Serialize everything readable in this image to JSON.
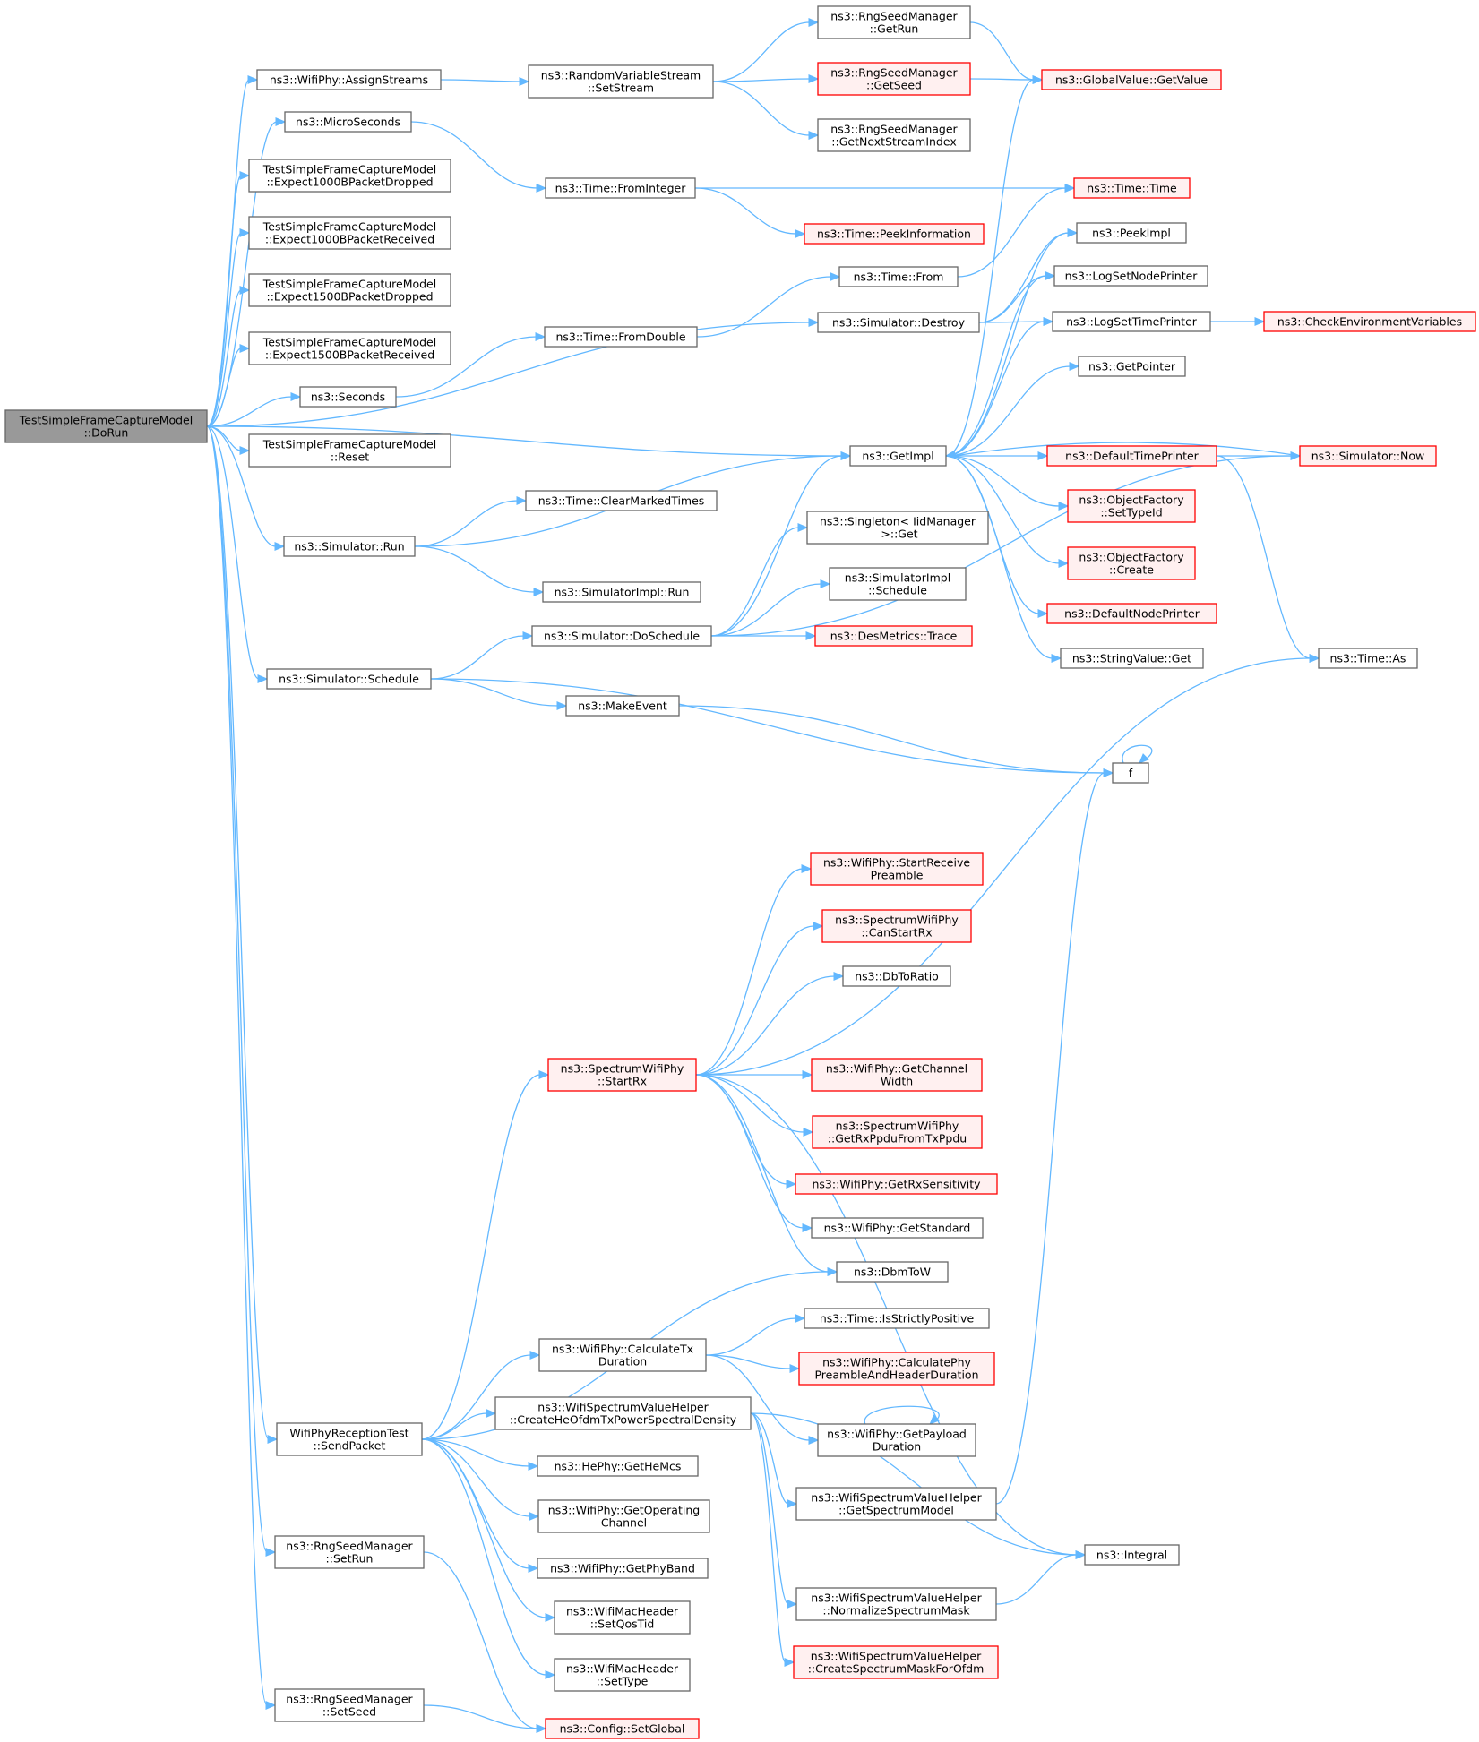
{
  "colors": {
    "edge": "#63b8ff",
    "normal_border": "#666666",
    "normal_fill": "#ffffff",
    "truncated_border": "#ff0000",
    "truncated_fill": "#fff0f0",
    "root_fill": "#999999",
    "root_border": "#666666"
  },
  "nodes": [
    {
      "id": "root",
      "lines": [
        "TestSimpleFrameCaptureModel",
        "::DoRun"
      ],
      "style": "root"
    },
    {
      "id": "assignStreams",
      "lines": [
        "ns3::WifiPhy::AssignStreams"
      ],
      "style": "normal"
    },
    {
      "id": "microSeconds",
      "lines": [
        "ns3::MicroSeconds"
      ],
      "style": "normal"
    },
    {
      "id": "exp1000Drop",
      "lines": [
        "TestSimpleFrameCaptureModel",
        "::Expect1000BPacketDropped"
      ],
      "style": "normal"
    },
    {
      "id": "exp1000Recv",
      "lines": [
        "TestSimpleFrameCaptureModel",
        "::Expect1000BPacketReceived"
      ],
      "style": "normal"
    },
    {
      "id": "exp1500Drop",
      "lines": [
        "TestSimpleFrameCaptureModel",
        "::Expect1500BPacketDropped"
      ],
      "style": "normal"
    },
    {
      "id": "exp1500Recv",
      "lines": [
        "TestSimpleFrameCaptureModel",
        "::Expect1500BPacketReceived"
      ],
      "style": "normal"
    },
    {
      "id": "seconds",
      "lines": [
        "ns3::Seconds"
      ],
      "style": "normal"
    },
    {
      "id": "reset",
      "lines": [
        "TestSimpleFrameCaptureModel",
        "::Reset"
      ],
      "style": "normal"
    },
    {
      "id": "simRun",
      "lines": [
        "ns3::Simulator::Run"
      ],
      "style": "normal"
    },
    {
      "id": "simSchedule",
      "lines": [
        "ns3::Simulator::Schedule"
      ],
      "style": "normal"
    },
    {
      "id": "sendPacket",
      "lines": [
        "WifiPhyReceptionTest",
        "::SendPacket"
      ],
      "style": "normal"
    },
    {
      "id": "setRun",
      "lines": [
        "ns3::RngSeedManager",
        "::SetRun"
      ],
      "style": "normal"
    },
    {
      "id": "setSeed",
      "lines": [
        "ns3::RngSeedManager",
        "::SetSeed"
      ],
      "style": "normal"
    },
    {
      "id": "setStream",
      "lines": [
        "ns3::RandomVariableStream",
        "::SetStream"
      ],
      "style": "normal"
    },
    {
      "id": "fromInteger",
      "lines": [
        "ns3::Time::FromInteger"
      ],
      "style": "normal"
    },
    {
      "id": "fromDouble",
      "lines": [
        "ns3::Time::FromDouble"
      ],
      "style": "normal"
    },
    {
      "id": "clearMarked",
      "lines": [
        "ns3::Time::ClearMarkedTimes"
      ],
      "style": "normal"
    },
    {
      "id": "simImplRun",
      "lines": [
        "ns3::SimulatorImpl::Run"
      ],
      "style": "normal"
    },
    {
      "id": "doSchedule",
      "lines": [
        "ns3::Simulator::DoSchedule"
      ],
      "style": "normal"
    },
    {
      "id": "makeEvent",
      "lines": [
        "ns3::MakeEvent"
      ],
      "style": "normal"
    },
    {
      "id": "getRun",
      "lines": [
        "ns3::RngSeedManager",
        "::GetRun"
      ],
      "style": "normal"
    },
    {
      "id": "getSeed",
      "lines": [
        "ns3::RngSeedManager",
        "::GetSeed"
      ],
      "style": "truncated"
    },
    {
      "id": "getNextStream",
      "lines": [
        "ns3::RngSeedManager",
        "::GetNextStreamIndex"
      ],
      "style": "normal"
    },
    {
      "id": "peekInfo",
      "lines": [
        "ns3::Time::PeekInformation"
      ],
      "style": "truncated"
    },
    {
      "id": "timeFrom",
      "lines": [
        "ns3::Time::From"
      ],
      "style": "normal"
    },
    {
      "id": "simDestroy",
      "lines": [
        "ns3::Simulator::Destroy"
      ],
      "style": "normal"
    },
    {
      "id": "getImpl",
      "lines": [
        "ns3::GetImpl"
      ],
      "style": "normal"
    },
    {
      "id": "singletonGet",
      "lines": [
        "ns3::Singleton< IidManager",
        " >::Get"
      ],
      "style": "normal"
    },
    {
      "id": "simImplSchedule",
      "lines": [
        "ns3::SimulatorImpl",
        "::Schedule"
      ],
      "style": "normal"
    },
    {
      "id": "desTrace",
      "lines": [
        "ns3::DesMetrics::Trace"
      ],
      "style": "truncated"
    },
    {
      "id": "globalGetValue",
      "lines": [
        "ns3::GlobalValue::GetValue"
      ],
      "style": "truncated"
    },
    {
      "id": "timeTime",
      "lines": [
        "ns3::Time::Time"
      ],
      "style": "truncated"
    },
    {
      "id": "peekImpl",
      "lines": [
        "ns3::PeekImpl"
      ],
      "style": "normal"
    },
    {
      "id": "logSetNode",
      "lines": [
        "ns3::LogSetNodePrinter"
      ],
      "style": "normal"
    },
    {
      "id": "logSetTime",
      "lines": [
        "ns3::LogSetTimePrinter"
      ],
      "style": "normal"
    },
    {
      "id": "getPointer",
      "lines": [
        "ns3::GetPointer"
      ],
      "style": "normal"
    },
    {
      "id": "defaultTimePrinter",
      "lines": [
        "ns3::DefaultTimePrinter"
      ],
      "style": "truncated"
    },
    {
      "id": "ofSetTypeId",
      "lines": [
        "ns3::ObjectFactory",
        "::SetTypeId"
      ],
      "style": "truncated"
    },
    {
      "id": "ofCreate",
      "lines": [
        "ns3::ObjectFactory",
        "::Create"
      ],
      "style": "truncated"
    },
    {
      "id": "defaultNodePrinter",
      "lines": [
        "ns3::DefaultNodePrinter"
      ],
      "style": "truncated"
    },
    {
      "id": "stringValueGet",
      "lines": [
        "ns3::StringValue::Get"
      ],
      "style": "normal"
    },
    {
      "id": "checkEnv",
      "lines": [
        "ns3::CheckEnvironmentVariables"
      ],
      "style": "truncated"
    },
    {
      "id": "simNow",
      "lines": [
        "ns3::Simulator::Now"
      ],
      "style": "truncated"
    },
    {
      "id": "timeAs",
      "lines": [
        "ns3::Time::As"
      ],
      "style": "normal"
    },
    {
      "id": "f",
      "lines": [
        "f"
      ],
      "style": "normal"
    },
    {
      "id": "startReceivePreamble",
      "lines": [
        "ns3::WifiPhy::StartReceive",
        "Preamble"
      ],
      "style": "truncated"
    },
    {
      "id": "canStartRx",
      "lines": [
        "ns3::SpectrumWifiPhy",
        "::CanStartRx"
      ],
      "style": "truncated"
    },
    {
      "id": "dbToRatio",
      "lines": [
        "ns3::DbToRatio"
      ],
      "style": "normal"
    },
    {
      "id": "startRx",
      "lines": [
        "ns3::SpectrumWifiPhy",
        "::StartRx"
      ],
      "style": "truncated"
    },
    {
      "id": "getChannelWidth",
      "lines": [
        "ns3::WifiPhy::GetChannel",
        "Width"
      ],
      "style": "truncated"
    },
    {
      "id": "getRxPpdu",
      "lines": [
        "ns3::SpectrumWifiPhy",
        "::GetRxPpduFromTxPpdu"
      ],
      "style": "truncated"
    },
    {
      "id": "getRxSens",
      "lines": [
        "ns3::WifiPhy::GetRxSensitivity"
      ],
      "style": "truncated"
    },
    {
      "id": "getStandard",
      "lines": [
        "ns3::WifiPhy::GetStandard"
      ],
      "style": "normal"
    },
    {
      "id": "dbmToW",
      "lines": [
        "ns3::DbmToW"
      ],
      "style": "normal"
    },
    {
      "id": "calcTxDur",
      "lines": [
        "ns3::WifiPhy::CalculateTx",
        "Duration"
      ],
      "style": "normal"
    },
    {
      "id": "createHeOfdm",
      "lines": [
        "ns3::WifiSpectrumValueHelper",
        "::CreateHeOfdmTxPowerSpectralDensity"
      ],
      "style": "normal"
    },
    {
      "id": "getHeMcs",
      "lines": [
        "ns3::HePhy::GetHeMcs"
      ],
      "style": "normal"
    },
    {
      "id": "getOpChannel",
      "lines": [
        "ns3::WifiPhy::GetOperating",
        "Channel"
      ],
      "style": "normal"
    },
    {
      "id": "getPhyBand",
      "lines": [
        "ns3::WifiPhy::GetPhyBand"
      ],
      "style": "normal"
    },
    {
      "id": "setQosTid",
      "lines": [
        "ns3::WifiMacHeader",
        "::SetQosTid"
      ],
      "style": "normal"
    },
    {
      "id": "setType",
      "lines": [
        "ns3::WifiMacHeader",
        "::SetType"
      ],
      "style": "normal"
    },
    {
      "id": "configSetGlobal",
      "lines": [
        "ns3::Config::SetGlobal"
      ],
      "style": "truncated"
    },
    {
      "id": "isStrictlyPositive",
      "lines": [
        "ns3::Time::IsStrictlyPositive"
      ],
      "style": "normal"
    },
    {
      "id": "calcPhyPreamble",
      "lines": [
        "ns3::WifiPhy::CalculatePhy",
        "PreambleAndHeaderDuration"
      ],
      "style": "truncated"
    },
    {
      "id": "getPayloadDur",
      "lines": [
        "ns3::WifiPhy::GetPayload",
        "Duration"
      ],
      "style": "normal"
    },
    {
      "id": "getSpectrumModel",
      "lines": [
        "ns3::WifiSpectrumValueHelper",
        "::GetSpectrumModel"
      ],
      "style": "normal"
    },
    {
      "id": "integral",
      "lines": [
        "ns3::Integral"
      ],
      "style": "normal"
    },
    {
      "id": "normalizeMask",
      "lines": [
        "ns3::WifiSpectrumValueHelper",
        "::NormalizeSpectrumMask"
      ],
      "style": "normal"
    },
    {
      "id": "createMaskOfdm",
      "lines": [
        "ns3::WifiSpectrumValueHelper",
        "::CreateSpectrumMaskForOfdm"
      ],
      "style": "truncated"
    }
  ],
  "edges": [
    [
      "root",
      "assignStreams"
    ],
    [
      "root",
      "microSeconds"
    ],
    [
      "root",
      "exp1000Drop"
    ],
    [
      "root",
      "exp1000Recv"
    ],
    [
      "root",
      "exp1500Drop"
    ],
    [
      "root",
      "exp1500Recv"
    ],
    [
      "root",
      "seconds"
    ],
    [
      "root",
      "reset"
    ],
    [
      "root",
      "simRun"
    ],
    [
      "root",
      "simSchedule"
    ],
    [
      "root",
      "sendPacket"
    ],
    [
      "root",
      "setRun"
    ],
    [
      "root",
      "setSeed"
    ],
    [
      "root",
      "simDestroy"
    ],
    [
      "root",
      "getImpl"
    ],
    [
      "assignStreams",
      "setStream"
    ],
    [
      "setStream",
      "getRun"
    ],
    [
      "setStream",
      "getSeed"
    ],
    [
      "setStream",
      "getNextStream"
    ],
    [
      "getRun",
      "globalGetValue"
    ],
    [
      "getSeed",
      "globalGetValue"
    ],
    [
      "microSeconds",
      "fromInteger"
    ],
    [
      "fromInteger",
      "timeTime"
    ],
    [
      "fromInteger",
      "peekInfo"
    ],
    [
      "seconds",
      "fromDouble"
    ],
    [
      "fromDouble",
      "timeFrom"
    ],
    [
      "timeFrom",
      "timeTime"
    ],
    [
      "simDestroy",
      "peekImpl"
    ],
    [
      "simDestroy",
      "logSetNode"
    ],
    [
      "simDestroy",
      "logSetTime"
    ],
    [
      "logSetTime",
      "checkEnv"
    ],
    [
      "getImpl",
      "globalGetValue"
    ],
    [
      "getImpl",
      "peekImpl"
    ],
    [
      "getImpl",
      "logSetNode"
    ],
    [
      "getImpl",
      "logSetTime"
    ],
    [
      "getImpl",
      "getPointer"
    ],
    [
      "getImpl",
      "defaultTimePrinter"
    ],
    [
      "getImpl",
      "ofSetTypeId"
    ],
    [
      "getImpl",
      "ofCreate"
    ],
    [
      "getImpl",
      "defaultNodePrinter"
    ],
    [
      "getImpl",
      "stringValueGet"
    ],
    [
      "defaultTimePrinter",
      "simNow"
    ],
    [
      "defaultTimePrinter",
      "timeAs"
    ],
    [
      "simNow",
      "getImpl"
    ],
    [
      "simRun",
      "clearMarked"
    ],
    [
      "simRun",
      "simImplRun"
    ],
    [
      "simRun",
      "getImpl"
    ],
    [
      "simSchedule",
      "doSchedule"
    ],
    [
      "simSchedule",
      "makeEvent"
    ],
    [
      "simSchedule",
      "f"
    ],
    [
      "doSchedule",
      "getImpl"
    ],
    [
      "doSchedule",
      "singletonGet"
    ],
    [
      "doSchedule",
      "simImplSchedule"
    ],
    [
      "doSchedule",
      "desTrace"
    ],
    [
      "doSchedule",
      "simNow"
    ],
    [
      "makeEvent",
      "f"
    ],
    [
      "f",
      "f"
    ],
    [
      "sendPacket",
      "startRx"
    ],
    [
      "sendPacket",
      "dbmToW"
    ],
    [
      "sendPacket",
      "calcTxDur"
    ],
    [
      "sendPacket",
      "createHeOfdm"
    ],
    [
      "sendPacket",
      "getHeMcs"
    ],
    [
      "sendPacket",
      "getOpChannel"
    ],
    [
      "sendPacket",
      "getPhyBand"
    ],
    [
      "sendPacket",
      "setQosTid"
    ],
    [
      "sendPacket",
      "setType"
    ],
    [
      "startRx",
      "timeAs"
    ],
    [
      "startRx",
      "startReceivePreamble"
    ],
    [
      "startRx",
      "canStartRx"
    ],
    [
      "startRx",
      "dbToRatio"
    ],
    [
      "startRx",
      "integral"
    ],
    [
      "startRx",
      "getChannelWidth"
    ],
    [
      "startRx",
      "getRxPpdu"
    ],
    [
      "startRx",
      "getRxSens"
    ],
    [
      "startRx",
      "getStandard"
    ],
    [
      "startRx",
      "dbmToW"
    ],
    [
      "calcTxDur",
      "isStrictlyPositive"
    ],
    [
      "calcTxDur",
      "calcPhyPreamble"
    ],
    [
      "calcTxDur",
      "getPayloadDur"
    ],
    [
      "getPayloadDur",
      "getPayloadDur"
    ],
    [
      "createHeOfdm",
      "getSpectrumModel"
    ],
    [
      "createHeOfdm",
      "integral"
    ],
    [
      "createHeOfdm",
      "normalizeMask"
    ],
    [
      "createHeOfdm",
      "createMaskOfdm"
    ],
    [
      "getSpectrumModel",
      "f"
    ],
    [
      "normalizeMask",
      "integral"
    ],
    [
      "setRun",
      "configSetGlobal"
    ],
    [
      "setSeed",
      "configSetGlobal"
    ]
  ]
}
